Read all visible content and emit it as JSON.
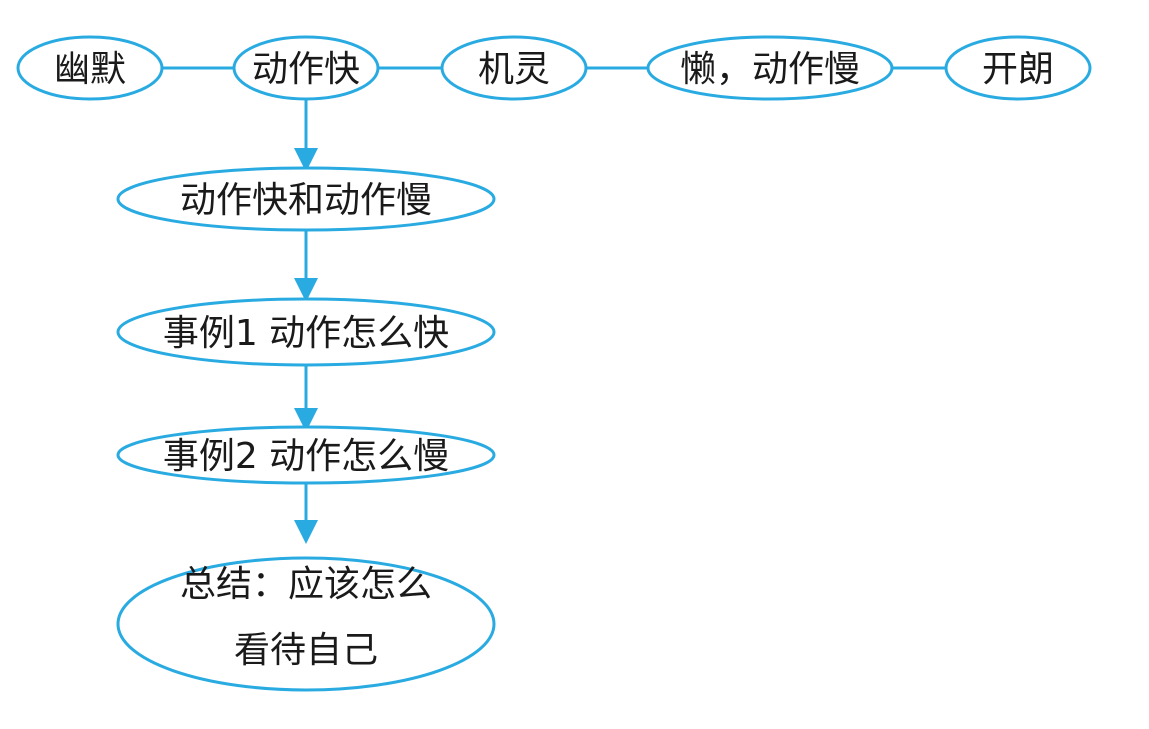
{
  "colors": {
    "outline": "#29abe2",
    "text": "#1a1a1a",
    "background": "#ffffff"
  },
  "top_row": [
    {
      "label": "幽默"
    },
    {
      "label": "动作快"
    },
    {
      "label": "机灵"
    },
    {
      "label": "懒，动作慢"
    },
    {
      "label": "开朗"
    }
  ],
  "flow": [
    {
      "label": "动作快和动作慢"
    },
    {
      "label": "事例1 动作怎么快"
    },
    {
      "label": "事例2 动作怎么慢"
    },
    {
      "label_line1": "总结：应该怎么",
      "label_line2": "看待自己"
    }
  ]
}
